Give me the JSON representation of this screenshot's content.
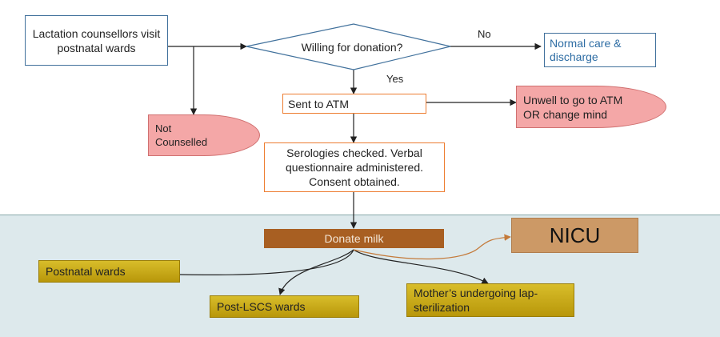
{
  "nodes": {
    "lactation": "Lactation counsellors visit postnatal wards",
    "willing": "Willing for donation?",
    "normal_care": "Normal care & discharge",
    "not_counselled": "Not Counselled",
    "sent_atm": "Sent to ATM",
    "unwell": "Unwell to go to ATM OR change mind",
    "serologies": "Serologies checked. Verbal questionnaire administered. Consent obtained.",
    "donate": "Donate milk",
    "nicu": "NICU",
    "postnatal": "Postnatal wards",
    "post_lscs": "Post-LSCS wards",
    "mothers": "Mother’s undergoing lap-sterilization"
  },
  "edge_labels": {
    "no": "No",
    "yes": "Yes"
  },
  "colors": {
    "box_blue": "#41719c",
    "box_orange": "#ed7d31",
    "pink_fill": "#f4a7a7",
    "donate_fill": "#a85f22",
    "nicu_fill": "#cc9966",
    "gold_fill": "#c8a90e",
    "panel": "#dde9ec"
  }
}
